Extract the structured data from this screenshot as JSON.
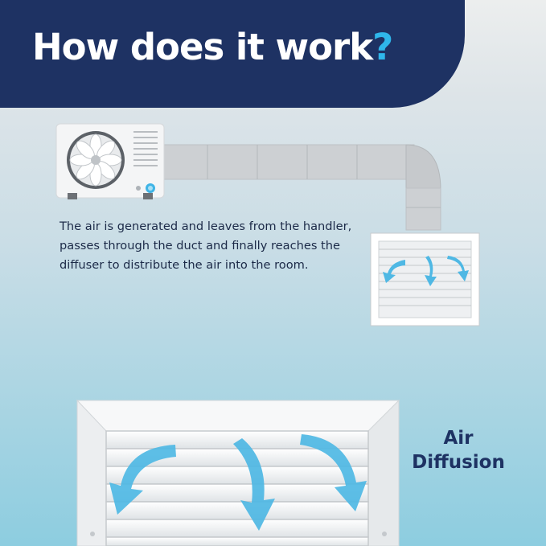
{
  "headline": {
    "text": "How does it work",
    "mark": "?"
  },
  "description": "The air is generated and leaves from the handler, passes through the duct and finally reaches the diffuser to distribute the air into the room.",
  "diffuser_label": {
    "line1": "Air",
    "line2": "Diffusion"
  },
  "colors": {
    "navy": "#1e3263",
    "accent": "#2fb6ea",
    "airflow": "#4fb8e4"
  },
  "icons": [
    "air-handler-icon",
    "fan-icon",
    "duct-icon",
    "diffuser-icon",
    "airflow-arrow-icon"
  ]
}
